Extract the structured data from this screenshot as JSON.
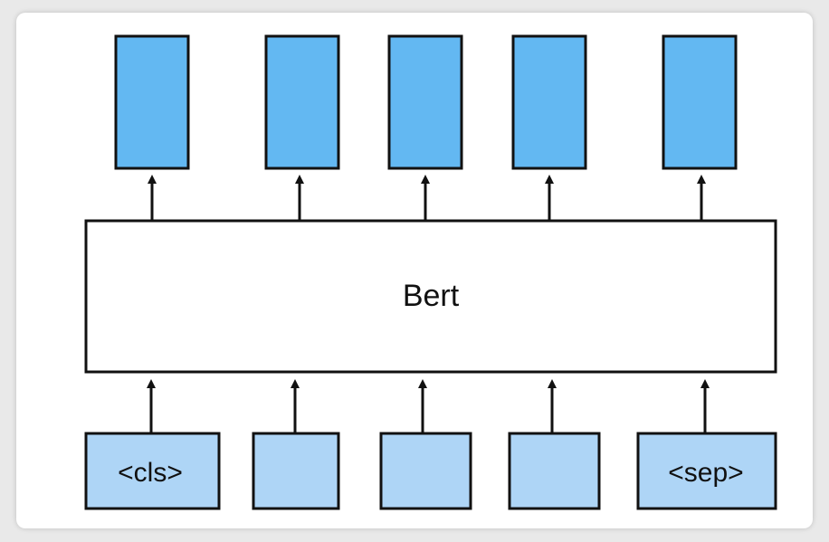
{
  "diagram": {
    "model_label": "Bert",
    "input_tokens": [
      "<cls>",
      "",
      "",
      "",
      "<sep>"
    ],
    "output_count": 5,
    "colors": {
      "output_fill": "#63b8f2",
      "input_fill": "#aed5f6",
      "stroke": "#111111",
      "model_fill": "#ffffff",
      "background": "#ffffff"
    }
  }
}
